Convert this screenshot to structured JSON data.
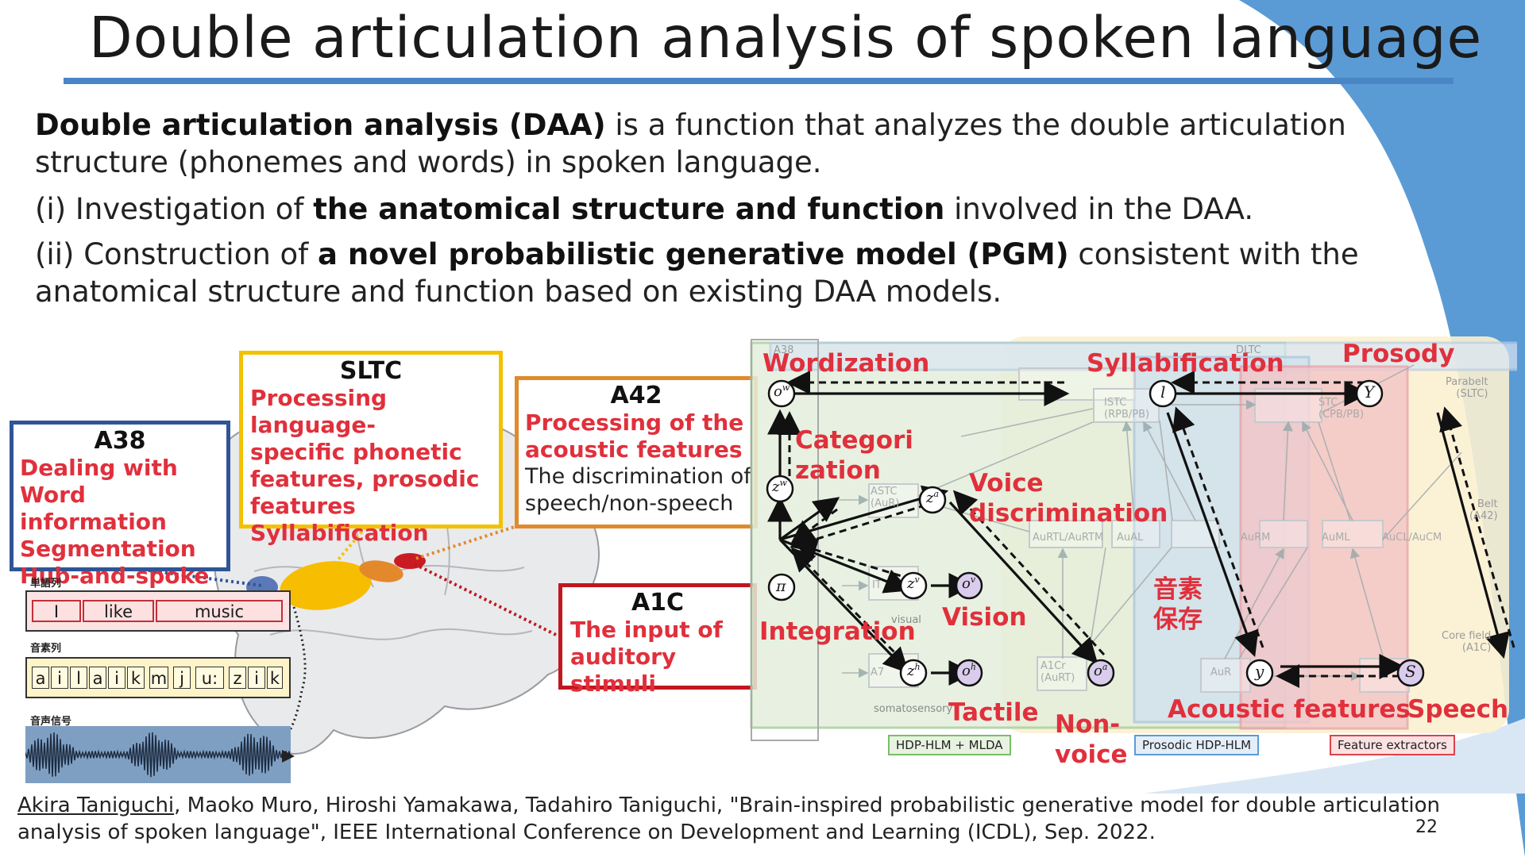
{
  "slide": {
    "title": "Double articulation analysis of spoken language",
    "page_number": "22",
    "accent_color": "#4a86c6",
    "paragraphs": {
      "p1_bold": "Double articulation analysis (DAA)",
      "p1_rest": " is a function that analyzes the double articulation structure (phonemes and words) in spoken language.",
      "p2_pre": "(i) Investigation of ",
      "p2_bold": "the anatomical structure and function",
      "p2_post": " involved in the DAA.",
      "p3_pre": "(ii) Construction of ",
      "p3_bold": "a novel probabilistic generative model (PGM)",
      "p3_post": " consistent with the anatomical structure and function based on existing DAA models."
    },
    "citation": {
      "first_author": "Akira Taniguchi",
      "rest": ", Maoko Muro, Hiroshi Yamakawa, Tadahiro Taniguchi, \"Brain-inspired probabilistic generative model for double articulation analysis of spoken language\", IEEE International Conference on Development and Learning (ICDL), Sep. 2022."
    }
  },
  "brain_panel": {
    "a38": {
      "title": "A38",
      "lines": [
        "Dealing with",
        "Word information",
        "Segmentation",
        "Hub-and-spoke"
      ],
      "color": "#2f5597"
    },
    "sltc": {
      "title": "SLTC",
      "lines": [
        "Processing language-",
        "specific phonetic",
        "features, prosodic",
        "features",
        "Syllabification"
      ],
      "color": "#f2c200"
    },
    "a42": {
      "title": "A42",
      "red_lines": [
        "Processing of the",
        "acoustic features"
      ],
      "black_lines": [
        "The discrimination of",
        "speech/non-speech"
      ],
      "color": "#e08a2c"
    },
    "a1c": {
      "title": "A1C",
      "lines": [
        "The input of",
        "auditory stimuli"
      ],
      "color": "#c0171f"
    },
    "word_seq_label": "単語列",
    "words": [
      "I",
      "like",
      "music"
    ],
    "phoneme_seq_label": "音素列",
    "phonemes": [
      "a",
      "i",
      "l",
      "a",
      "i",
      "k",
      "m",
      "j",
      "u:",
      "z",
      "i",
      "k"
    ],
    "signal_label": "音声信号"
  },
  "model_panel": {
    "labels": {
      "wordization": "Wordization",
      "syllabification": "Syllabification",
      "prosody": "Prosody",
      "categorization_1": "Categori",
      "categorization_2": "zation",
      "voice_disc_1": "Voice",
      "voice_disc_2": "discrimination",
      "vision": "Vision",
      "integration": "Integration",
      "phoneme_storage_1": "音素",
      "phoneme_storage_2": "保存",
      "tactile": "Tactile",
      "non_voice_1": "Non-",
      "non_voice_2": "voice",
      "acoustic_features": "Acoustic features",
      "speech": "Speech"
    },
    "faint_labels": {
      "a38": "A38",
      "dltc": "DLTC",
      "parabelt_1": "Parabelt",
      "parabelt_2": "(SLTC)",
      "belt_1": "Belt",
      "belt_2": "(A42)",
      "core_1": "Core field",
      "core_2": "(A1C)",
      "istc_1": "ISTC",
      "istc_2": "(RPB/PB)",
      "stc_1": "STC",
      "stc_2": "(CPB/PB)",
      "astc_1": "ASTC",
      "astc_2": "(AuR)",
      "aurtl": "AuRTL/AuRTM",
      "aual": "AuAL",
      "aurm": "AuRM",
      "auml": "AuML",
      "aucl": "AuCL/AuCM",
      "a1cr_1": "A1Cr",
      "a1cr_2": "(AuRT)",
      "aur": "AuR",
      "visual": "visual",
      "somatosensory": "somatosensory",
      "it": "IT",
      "a7": "A7"
    },
    "nodes": {
      "ow": "o",
      "ow_sup": "w",
      "zw": "z",
      "zw_sup": "w",
      "pi": "π",
      "za": "z",
      "za_sup": "a",
      "zv": "z",
      "zv_sup": "v",
      "ov": "o",
      "ov_sup": "v",
      "zh": "z",
      "zh_sup": "h",
      "oh": "o",
      "oh_sup": "h",
      "oa": "o",
      "oa_sup": "a",
      "l": "l",
      "Y": "Y",
      "y": "y",
      "S": "S"
    },
    "legends": {
      "green": "HDP-HLM + MLDA",
      "blue": "Prosodic HDP-HLM",
      "red": "Feature extractors"
    }
  }
}
